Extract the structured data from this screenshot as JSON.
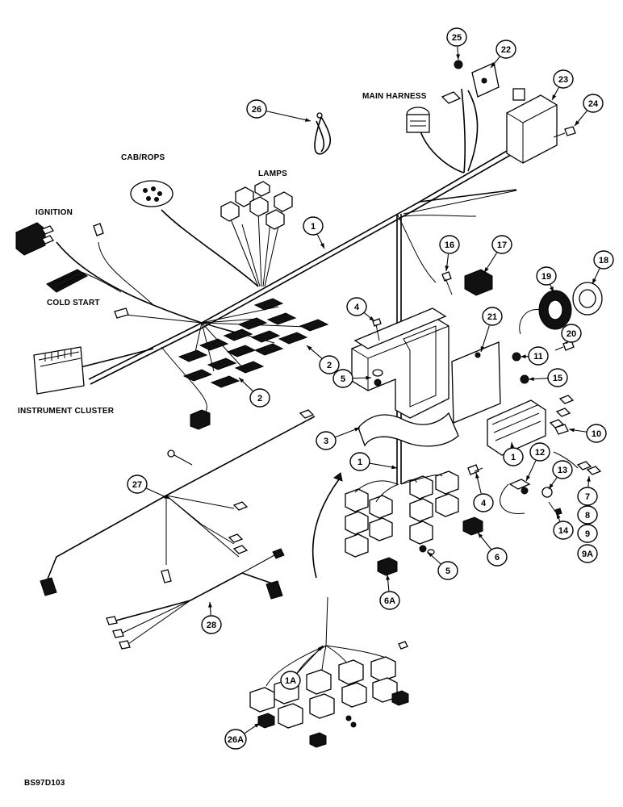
{
  "labels": {
    "main_harness": "MAIN HARNESS",
    "cab_rops": "CAB/ROPS",
    "lamps": "LAMPS",
    "ignition": "IGNITION",
    "cold_start": "COLD START",
    "instrument_cluster": "INSTRUMENT CLUSTER",
    "figure_code": "BS97D103"
  },
  "callouts": [
    "25",
    "22",
    "23",
    "24",
    "26",
    "1",
    "16",
    "17",
    "18",
    "19",
    "4",
    "21",
    "20",
    "11",
    "15",
    "5",
    "2",
    "2",
    "10",
    "3",
    "1",
    "12",
    "13",
    "1",
    "27",
    "4",
    "7",
    "8",
    "14",
    "9",
    "9A",
    "6",
    "5",
    "6A",
    "28",
    "1A",
    "26A"
  ]
}
